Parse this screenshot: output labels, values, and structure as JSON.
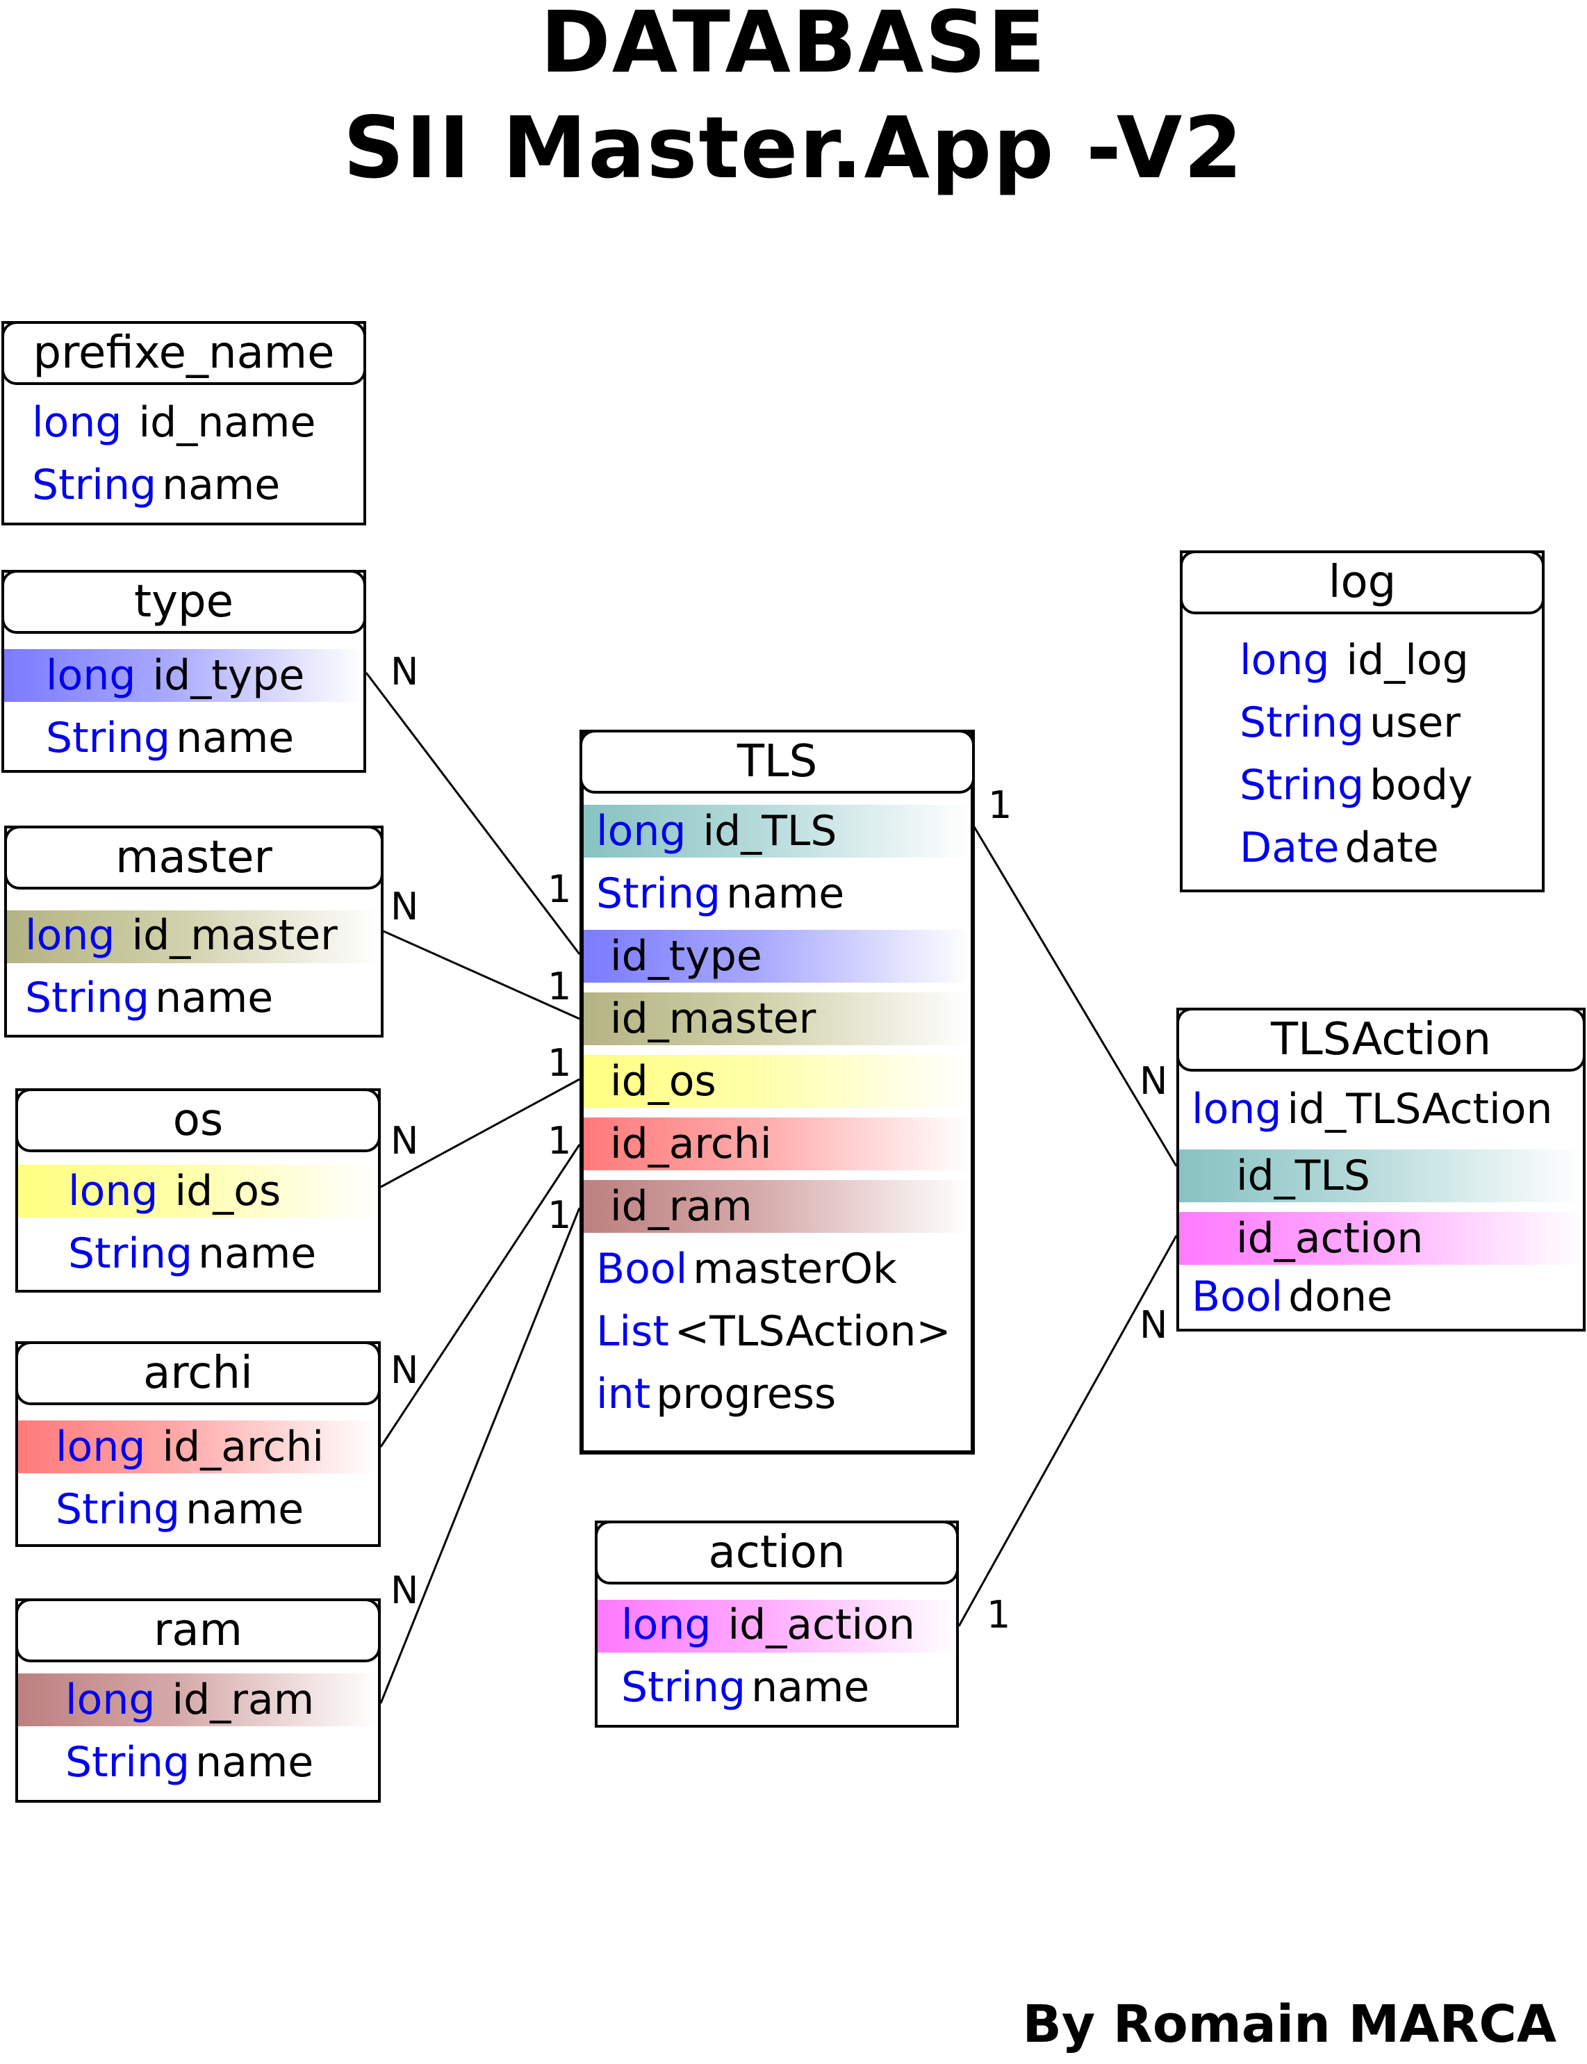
{
  "title_line1": "DATABASE",
  "title_line2": "SII Master.App -V2",
  "author": "By Romain MARCA",
  "colors": {
    "type": "#7b7bff",
    "master": "#b3b383",
    "os": "#ffff80",
    "archi": "#ff7a7a",
    "ram": "#bc8080",
    "tls": "#88c2c2",
    "action": "#ff7aff",
    "type_keyword": "#0000ee"
  },
  "entities": {
    "prefixe_name": {
      "title": "prefixe_name",
      "fields": [
        {
          "type": "long",
          "name": "id_name"
        },
        {
          "type": "String",
          "name": "name"
        }
      ]
    },
    "type": {
      "title": "type",
      "fields": [
        {
          "type": "long",
          "name": "id_type"
        },
        {
          "type": "String",
          "name": "name"
        }
      ]
    },
    "master": {
      "title": "master",
      "fields": [
        {
          "type": "long",
          "name": "id_master"
        },
        {
          "type": "String",
          "name": "name"
        }
      ]
    },
    "os": {
      "title": "os",
      "fields": [
        {
          "type": "long",
          "name": "id_os"
        },
        {
          "type": "String",
          "name": "name"
        }
      ]
    },
    "archi": {
      "title": "archi",
      "fields": [
        {
          "type": "long",
          "name": "id_archi"
        },
        {
          "type": "String",
          "name": "name"
        }
      ]
    },
    "ram": {
      "title": "ram",
      "fields": [
        {
          "type": "long",
          "name": "id_ram"
        },
        {
          "type": "String",
          "name": "name"
        }
      ]
    },
    "tls": {
      "title": "TLS",
      "fields": [
        {
          "type": "long",
          "name": "id_TLS"
        },
        {
          "type": "String",
          "name": "name"
        },
        {
          "type": "",
          "name": "id_type"
        },
        {
          "type": "",
          "name": "id_master"
        },
        {
          "type": "",
          "name": "id_os"
        },
        {
          "type": "",
          "name": "id_archi"
        },
        {
          "type": "",
          "name": "id_ram"
        },
        {
          "type": "Bool",
          "name": "masterOk"
        },
        {
          "type": "List",
          "name": "<TLSAction>"
        },
        {
          "type": "int",
          "name": "progress"
        }
      ]
    },
    "log": {
      "title": "log",
      "fields": [
        {
          "type": "long",
          "name": "id_log"
        },
        {
          "type": "String",
          "name": "user"
        },
        {
          "type": "String",
          "name": "body"
        },
        {
          "type": "Date",
          "name": "date"
        }
      ]
    },
    "tlsaction": {
      "title": "TLSAction",
      "fields": [
        {
          "type": "long",
          "name": "id_TLSAction"
        },
        {
          "type": "",
          "name": "id_TLS"
        },
        {
          "type": "",
          "name": "id_action"
        },
        {
          "type": "Bool",
          "name": "done"
        }
      ]
    },
    "action": {
      "title": "action",
      "fields": [
        {
          "type": "long",
          "name": "id_action"
        },
        {
          "type": "String",
          "name": "name"
        }
      ]
    }
  },
  "relations": [
    {
      "from": "type",
      "to": "TLS",
      "from_card": "N",
      "to_card": "1"
    },
    {
      "from": "master",
      "to": "TLS",
      "from_card": "N",
      "to_card": "1"
    },
    {
      "from": "os",
      "to": "TLS",
      "from_card": "N",
      "to_card": "1"
    },
    {
      "from": "archi",
      "to": "TLS",
      "from_card": "N",
      "to_card": "1"
    },
    {
      "from": "ram",
      "to": "TLS",
      "from_card": "N",
      "to_card": "1"
    },
    {
      "from": "TLS",
      "to": "TLSAction",
      "from_card": "1",
      "to_card": "N"
    },
    {
      "from": "action",
      "to": "TLSAction",
      "from_card": "1",
      "to_card": "N"
    }
  ]
}
